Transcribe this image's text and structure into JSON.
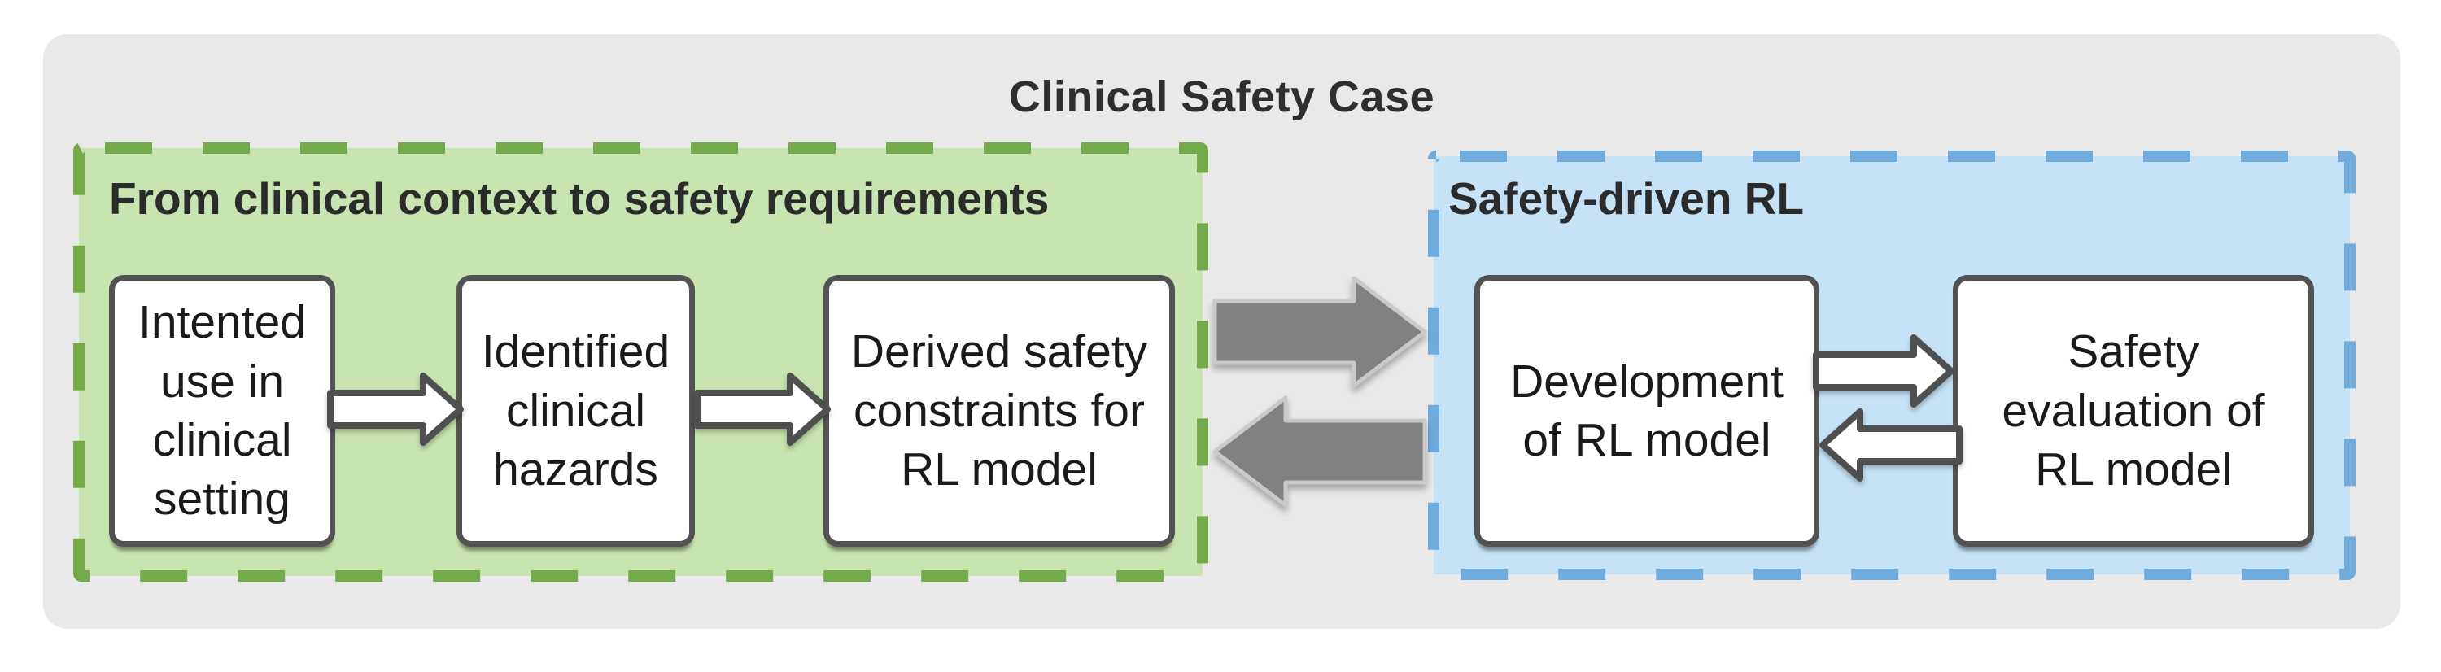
{
  "page_title": "Clinical Safety Case",
  "sections": [
    {
      "title": "From clinical context to safety requirements",
      "fill": "#c8e4b0",
      "border": "#74ab4a",
      "steps": [
        "Intented\nuse in\nclinical\nsetting",
        "Identified\nclinical\nhazards",
        "Derived safety\nconstraints for\nRL model"
      ]
    },
    {
      "title": "Safety-driven RL",
      "fill": "#c5e2f6",
      "border": "#6fabdd",
      "steps": [
        "Development\nof RL model",
        "Safety\nevaluation of\nRL model"
      ]
    }
  ],
  "colors": {
    "panel_background": "#e9e9e9",
    "step_box_fill": "#ffffff",
    "step_box_border": "#525252",
    "flow_arrow_fill": "#ffffff",
    "flow_arrow_outline": "#4f4f4f",
    "link_arrow_fill": "#818181",
    "link_arrow_outline": "#c9c9c9",
    "title_text": "#2e2e2e",
    "box_text": "#1a1a1a"
  }
}
